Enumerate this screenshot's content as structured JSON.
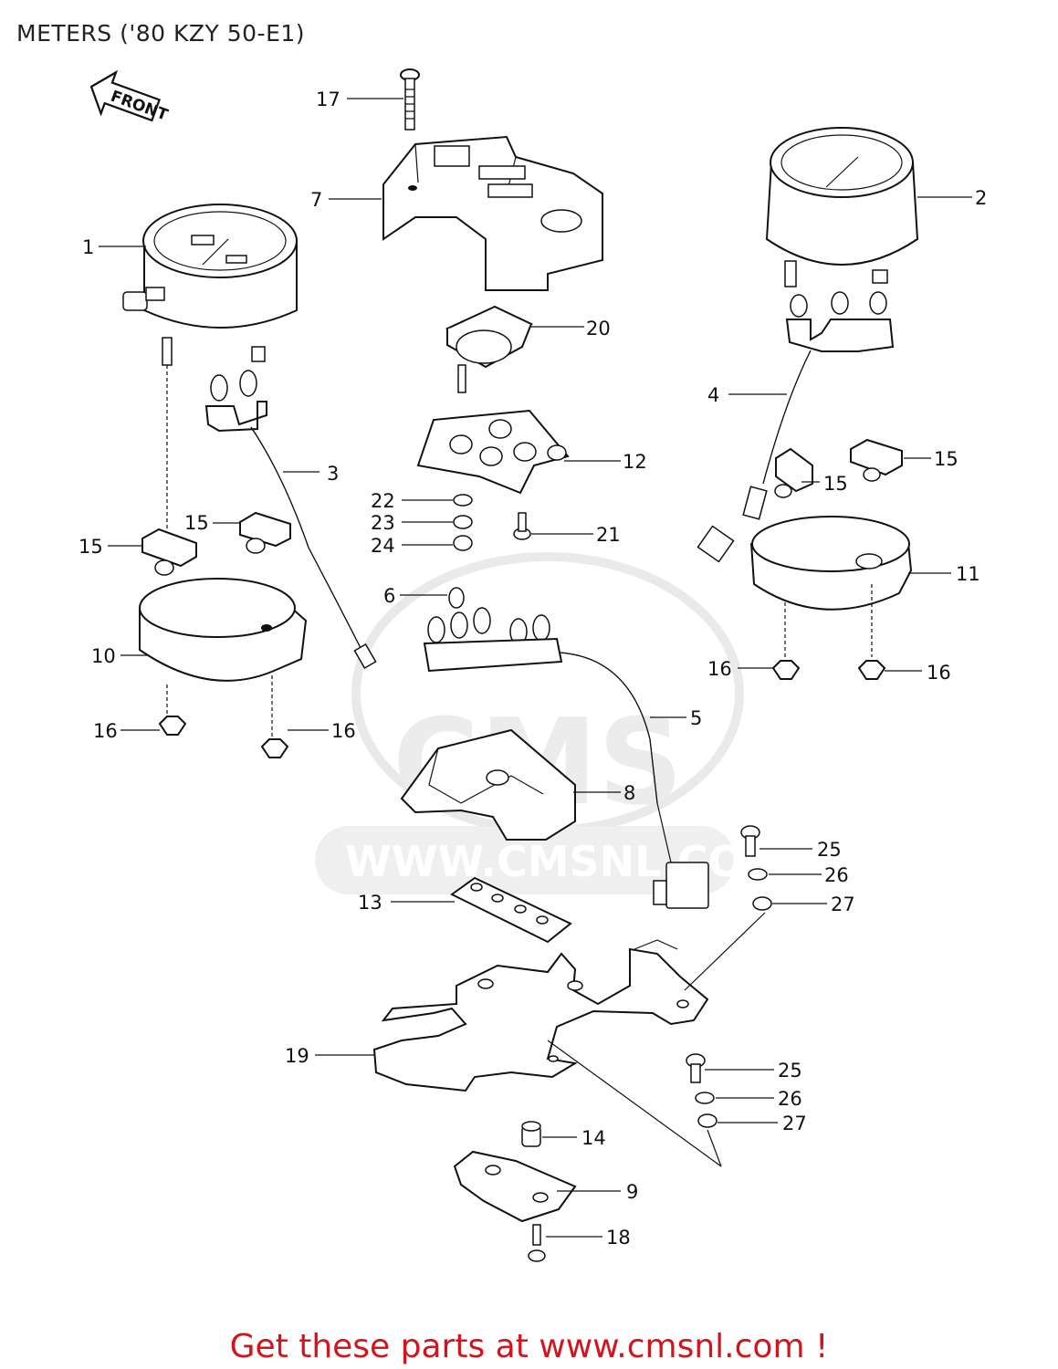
{
  "title": "METERS ('80 KZY 50-E1)",
  "front_arrow_label": "FRONT",
  "watermark": {
    "logo": "CMS",
    "url": "WWW.CMSNL.COM"
  },
  "footer": "Get these parts at www.cmsnl.com !",
  "part_labels": {
    "p1": "1",
    "p2": "2",
    "p3": "3",
    "p4": "4",
    "p5": "5",
    "p6": "6",
    "p7": "7",
    "p8": "8",
    "p9": "9",
    "p10": "10",
    "p11": "11",
    "p12": "12",
    "p13": "13",
    "p14": "14",
    "p15": "15",
    "p16": "16",
    "p17": "17",
    "p18": "18",
    "p19": "19",
    "p20": "20",
    "p21": "21",
    "p22": "22",
    "p23": "23",
    "p24": "24",
    "p25": "25",
    "p26": "26",
    "p27": "27"
  }
}
